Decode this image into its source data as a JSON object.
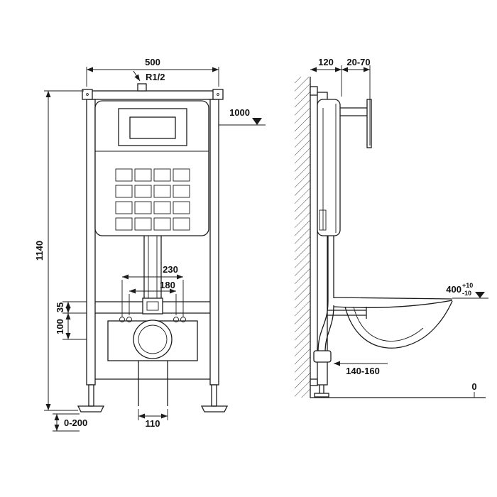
{
  "colors": {
    "background": "#ffffff",
    "line": "#1b1b1b",
    "text": "#111111"
  },
  "drawing": {
    "front_view": {
      "width_top": "500",
      "inlet_thread": "R1/2",
      "level_flush_plate": "1000",
      "total_height": "1140",
      "fixing_span_outer": "230",
      "fixing_span_inner": "180",
      "offset_small": "35",
      "offset_mid": "100",
      "outlet_width": "110",
      "foot_adjust_range": "0-200"
    },
    "side_view": {
      "frame_depth": "120",
      "wall_distance": "20-70",
      "seat_level": "400",
      "seat_level_tol_plus": "+10",
      "seat_level_tol_minus": "-10",
      "outlet_height_range": "140-160",
      "floor_level": "0"
    }
  }
}
